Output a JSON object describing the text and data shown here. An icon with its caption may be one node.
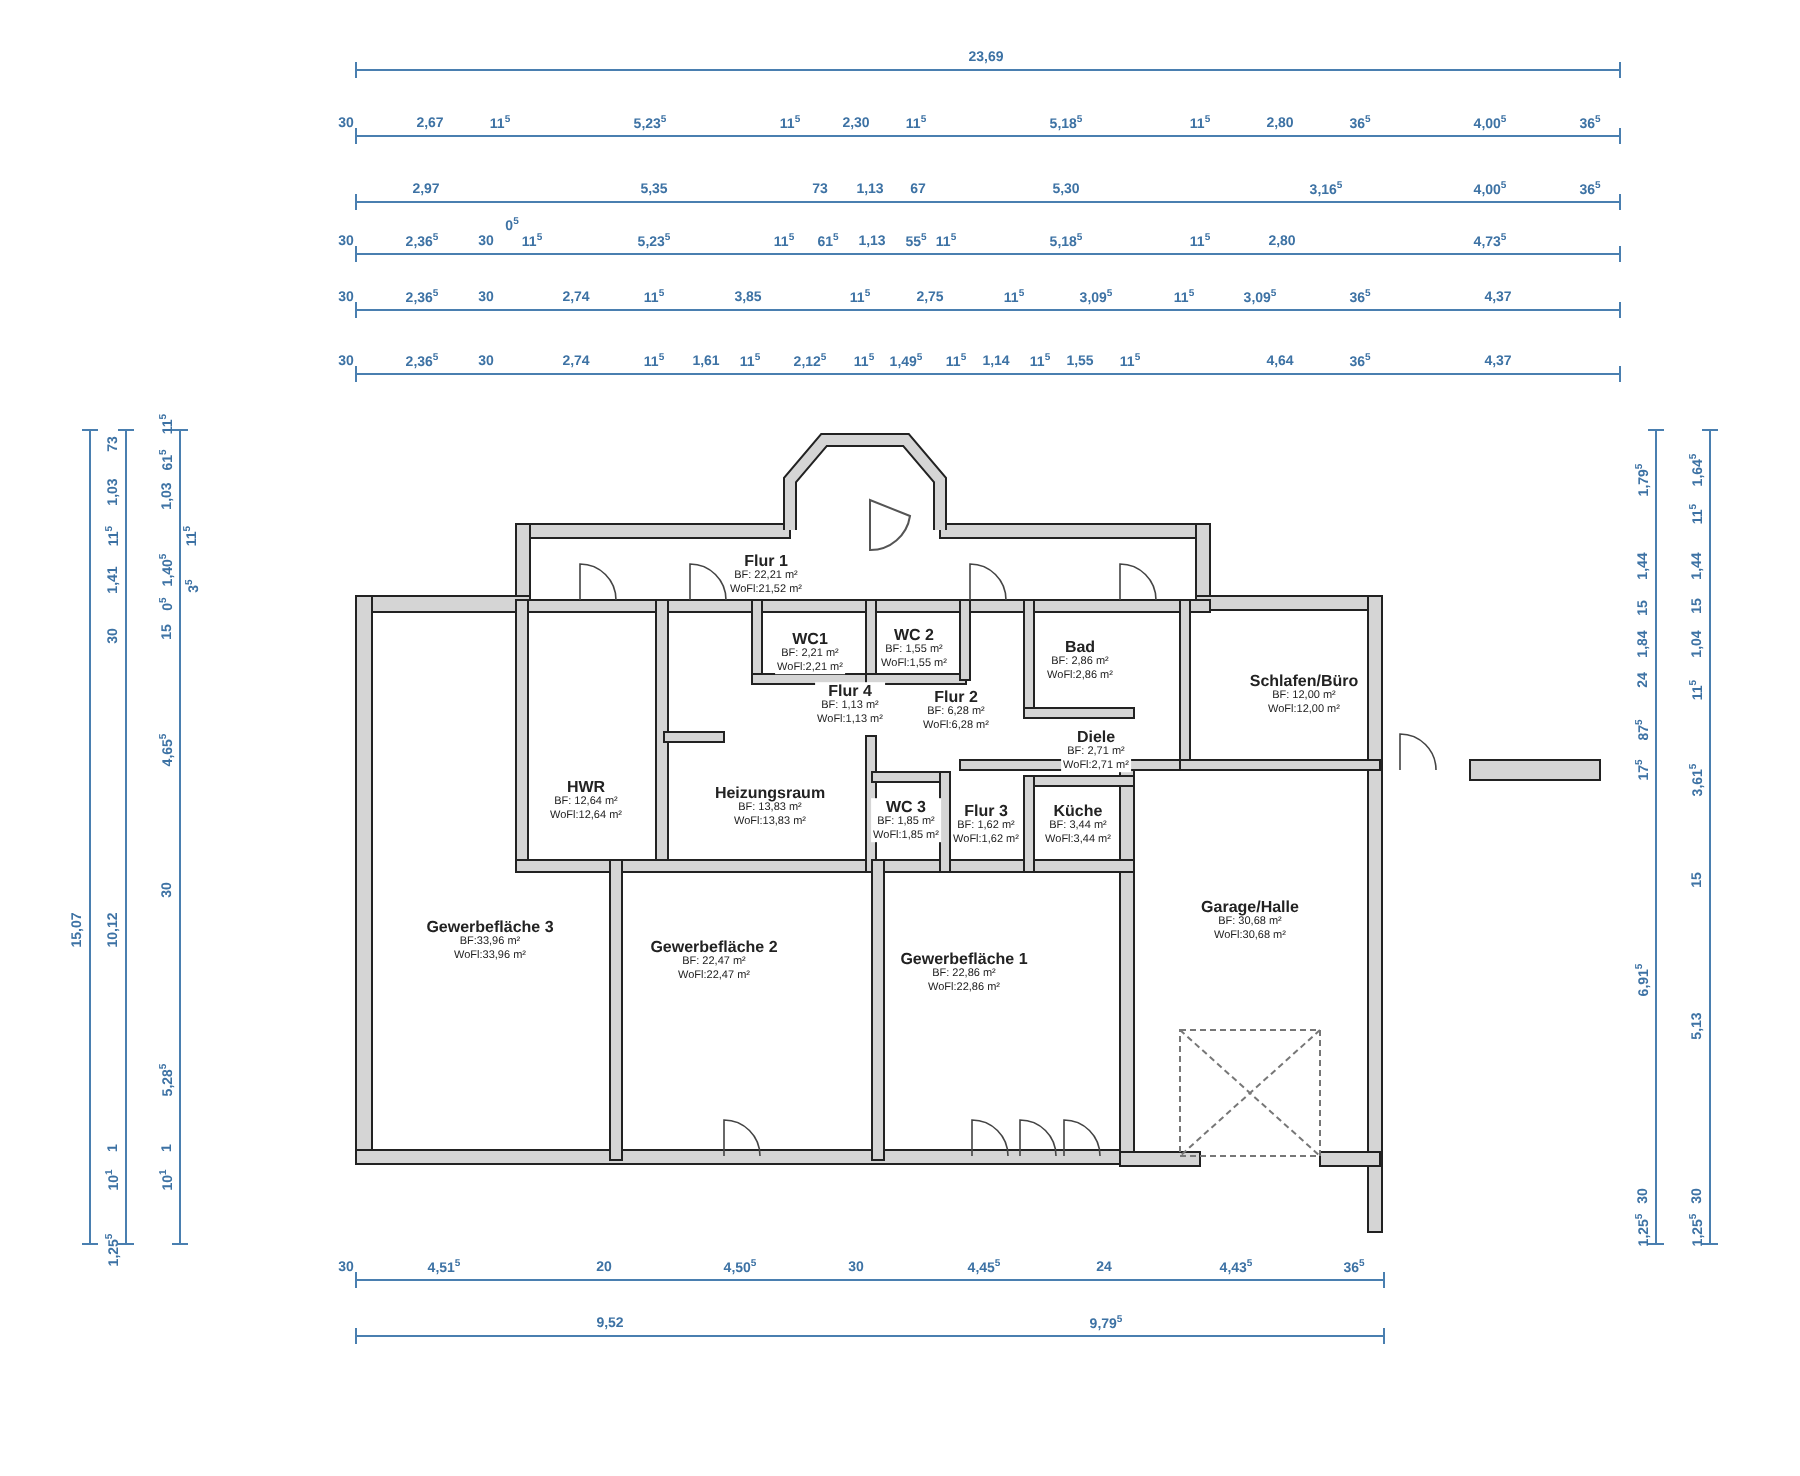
{
  "diagram": {
    "nodes": [
      {
        "text": [
          "Flur 1",
          "BF: 22,21 m²",
          "WoFl:21,52 m²"
        ]
      },
      {
        "text": [
          "WC1",
          "BF: 2,21 m²",
          "WoFl:2,21 m²"
        ]
      },
      {
        "text": [
          "WC 2",
          "BF: 1,55 m²",
          "WoFl:1,55 m²"
        ]
      },
      {
        "text": [
          "Bad",
          "BF: 2,86 m²",
          "WoFl:2,86 m²"
        ]
      },
      {
        "text": [
          "Schlafen/Büro",
          "BF: 12,00 m²",
          "WoFl:12,00 m²"
        ]
      },
      {
        "text": [
          "Flur 4",
          "BF: 1,13 m²",
          "WoFl:1,13 m²"
        ]
      },
      {
        "text": [
          "Flur  2",
          "BF: 6,28 m²",
          "WoFl:6,28 m²"
        ]
      },
      {
        "text": [
          "Diele",
          "BF: 2,71 m²",
          "WoFl:2,71 m²"
        ]
      },
      {
        "text": [
          "HWR",
          "BF: 12,64 m²",
          "WoFl:12,64 m²"
        ]
      },
      {
        "text": [
          "Heizungsraum",
          "BF: 13,83 m²",
          "WoFl:13,83 m²"
        ]
      },
      {
        "text": [
          "WC 3",
          "BF: 1,85 m²",
          "WoFl:1,85 m²"
        ]
      },
      {
        "text": [
          "Flur 3",
          "BF: 1,62 m²",
          "WoFl:1,62 m²"
        ]
      },
      {
        "text": [
          "Küche",
          "BF: 3,44 m²",
          "WoFl:3,44 m²"
        ]
      },
      {
        "text": [
          "Gewerbefläche 3",
          "BF:33,96 m²",
          "WoFl:33,96 m²"
        ]
      },
      {
        "text": [
          "Gewerbefläche 2",
          "BF: 22,47 m²",
          "WoFl:22,47 m²"
        ]
      },
      {
        "text": [
          "Gewerbefläche 1",
          "BF: 22,86 m²",
          "WoFl:22,86 m²"
        ]
      },
      {
        "text": [
          "Garage/Halle",
          "BF: 30,68 m²",
          "WoFl:30,68 m²"
        ]
      }
    ],
    "labels": [
      "23,69",
      "30",
      "2,67",
      "11$^{5}$",
      "5,23$^{5}$",
      "11$^{5}$",
      "2,30",
      "11$^{5}$",
      "5,18$^{5}$",
      "11$^{5}$",
      "2,80",
      "36$^{5}$",
      "4,00$^{5}$",
      "36$^{5}$",
      "2,97",
      "5,35",
      "73",
      "1,13",
      "67",
      "5,30",
      "3,16$^{5}$",
      "4,00$^{5}$",
      "36$^{5}$",
      "30",
      "2,36$^{5}$",
      "30",
      "0$^{5}$",
      "11$^{5}$",
      "5,23$^{5}$",
      "11$^{5}$",
      "61$^{5}$",
      "1,13",
      "55$^{5}$",
      "11$^{5}$",
      "5,18$^{5}$",
      "11$^{5}$",
      "2,80",
      "4,73$^{5}$",
      "30",
      "2,36$^{5}$",
      "30",
      "2,74",
      "11$^{5}$",
      "3,85",
      "11$^{5}$",
      "2,75",
      "11$^{5}$",
      "3,09$^{5}$",
      "11$^{5}$",
      "3,09$^{5}$",
      "36$^{5}$",
      "4,37",
      "30",
      "2,36$^{5}$",
      "30",
      "2,74",
      "11$^{5}$",
      "1,61",
      "11$^{5}$",
      "2,12$^{5}$",
      "11$^{5}$",
      "1,49$^{5}$",
      "11$^{5}$",
      "1,14",
      "11$^{5}$",
      "1,55",
      "11$^{5}$",
      "4,64",
      "36$^{5}$",
      "4,37",
      "15,07",
      "73",
      "1,03",
      "11$^{5}$",
      "1,41",
      "30",
      "10,12",
      "1",
      "10$^{1}$",
      "1,25$^{5}$",
      "11$^{5}$",
      "61$^{5}$",
      "1,03",
      "11$^{5}$",
      "1,40$^{5}$",
      "3$^{5}$",
      "0$^{5}$",
      "15",
      "4,65$^{5}$",
      "30",
      "5,28$^{5}$",
      "1",
      "10$^{1}$",
      "1,79$^{5}$",
      "1,44",
      "15",
      "1,84",
      "24",
      "87$^{5}$",
      "17$^{5}$",
      "6,91$^{5}$",
      "30",
      "1,25$^{5}$",
      "1,64$^{5}$",
      "11$^{5}$",
      "1,44",
      "15",
      "1,04",
      "11$^{5}$",
      "3,61$^{5}$",
      "15",
      "5,13",
      "30",
      "1,25$^{5}$",
      "30",
      "4,51$^{5}$",
      "20",
      "4,50$^{5}$",
      "30",
      "4,45$^{5}$",
      "24",
      "4,43$^{5}$",
      "36$^{5}$",
      "9,52",
      "9,79$^{5}$"
    ]
  }
}
